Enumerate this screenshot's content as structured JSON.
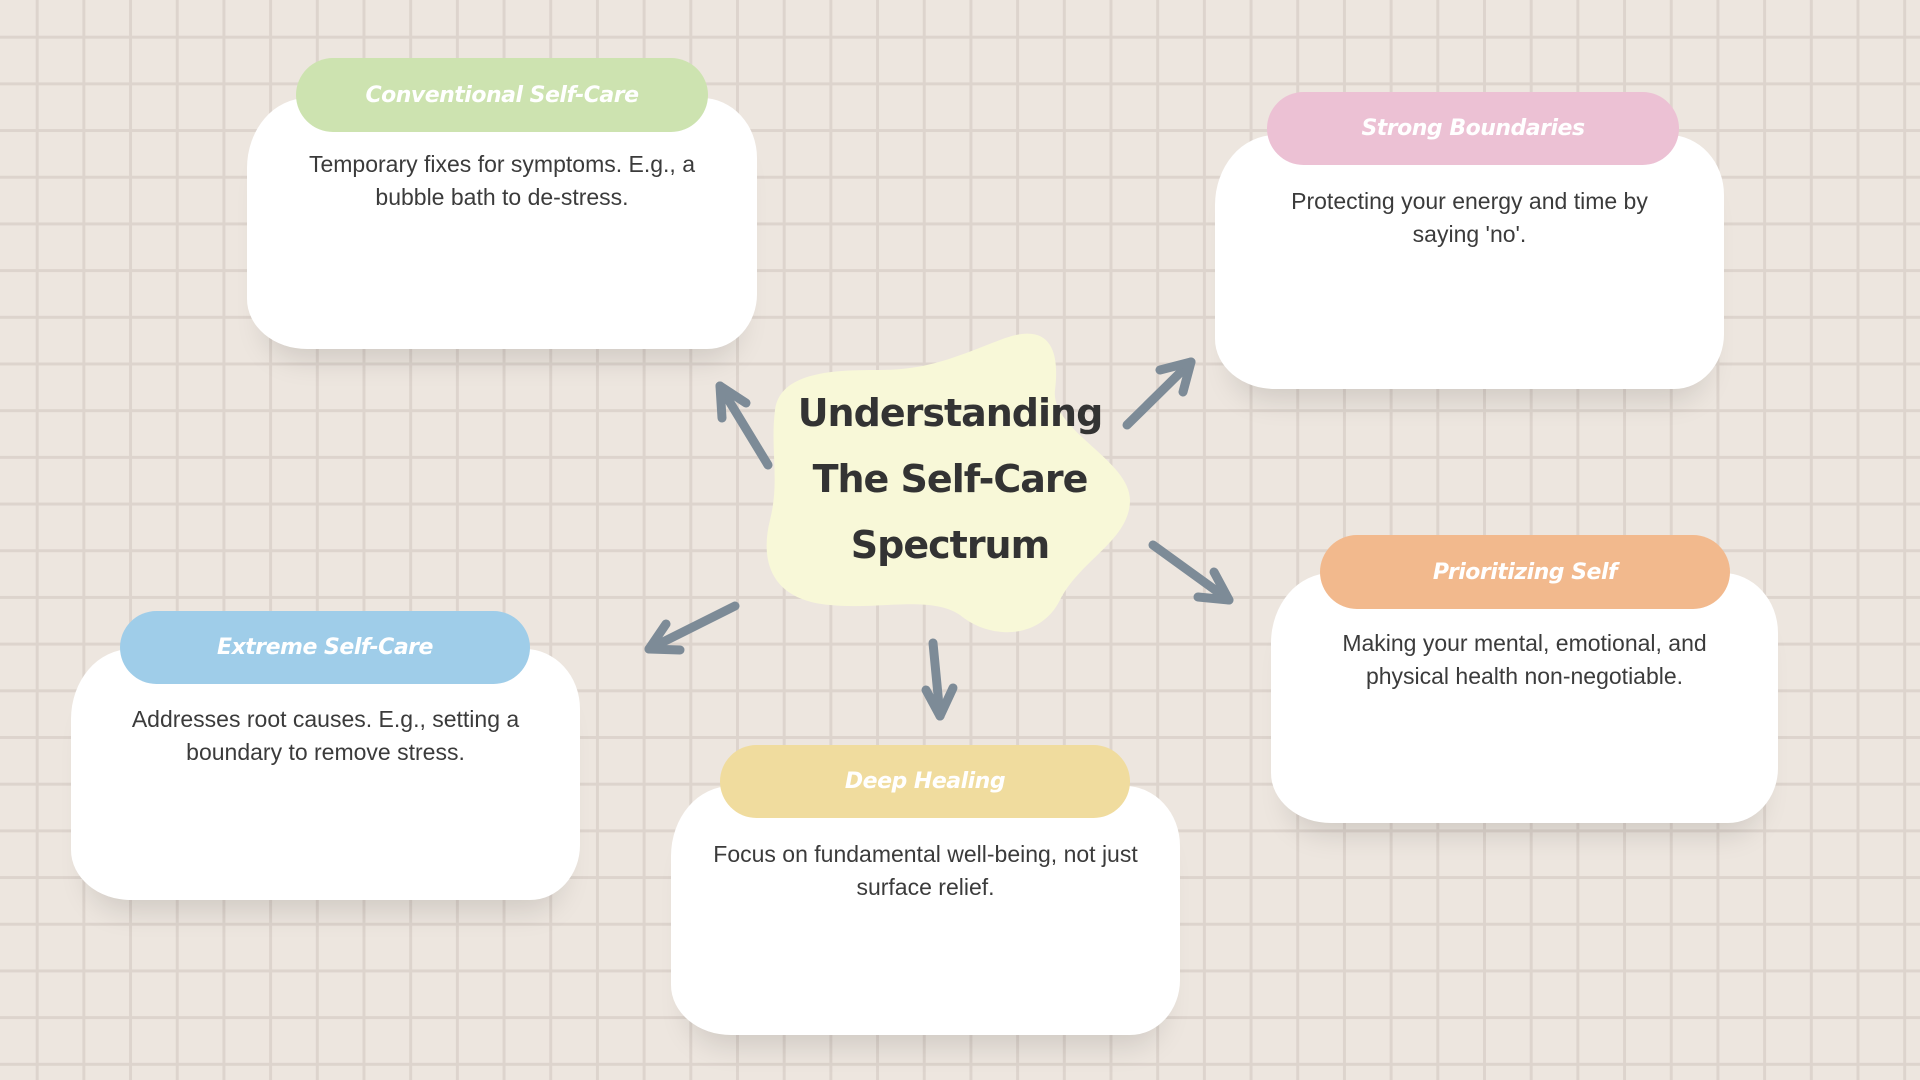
{
  "title": {
    "line1": "Understanding",
    "line2": "The Self-Care",
    "line3": "Spectrum"
  },
  "cards": [
    {
      "label": "Conventional Self-Care",
      "text": "Temporary fixes for symptoms. E.g., a bubble bath to de-stress.",
      "color": "#cde3b0"
    },
    {
      "label": "Strong Boundaries",
      "text": "Protecting your energy and time by saying 'no'.",
      "color": "#ecc1d4"
    },
    {
      "label": "Prioritizing Self",
      "text": "Making your mental, emotional, and physical health non-negotiable.",
      "color": "#f2b98d"
    },
    {
      "label": "Extreme Self-Care",
      "text": "Addresses root causes. E.g., setting a boundary to remove stress.",
      "color": "#9fcde9"
    },
    {
      "label": "Deep Healing",
      "text": "Focus on fundamental well-being, not just surface relief.",
      "color": "#f0dc9e"
    }
  ],
  "colors": {
    "blob": "#f8f8d8",
    "arrow": "#7d8b97"
  }
}
